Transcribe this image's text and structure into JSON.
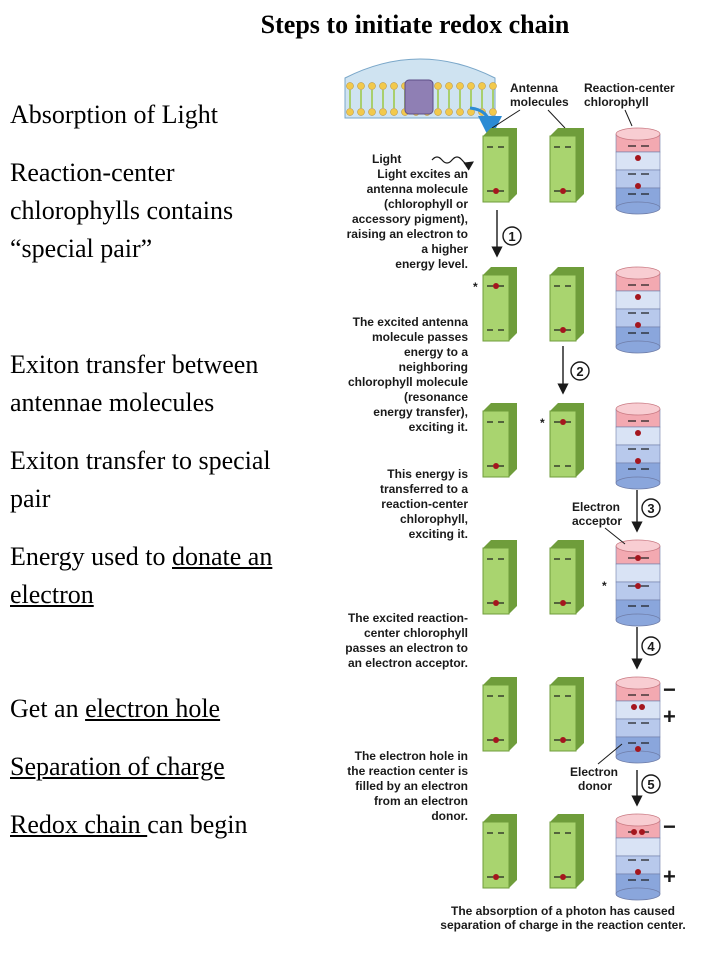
{
  "title": "Steps to initiate redox chain",
  "bullets": {
    "b1": "Absorption of Light",
    "b2_l1": "Reaction-center",
    "b2_l2": "chlorophylls contains",
    "b2_l3": "“special pair”",
    "b3_l1": "Exiton transfer between",
    "b3_l2": "antennae molecules",
    "b4_l1": "Exiton transfer to special",
    "b4_l2": "pair",
    "b5_plain": "Energy used to ",
    "b5_u1": "donate an",
    "b5_u2": "electron",
    "b6_plain": "Get an ",
    "b6_u": "electron hole",
    "b7_u": "Separation of charge",
    "b8_u": "Redox chain ",
    "b8_plain": "can begin"
  },
  "figure": {
    "antenna_label_1": "Antenna",
    "antenna_label_2": "molecules",
    "rc_label_1": "Reaction-center",
    "rc_label_2": "chlorophyll",
    "light_label": "Light",
    "cap1": [
      "Light excites an",
      "antenna molecule",
      "(chlorophyll or",
      "accessory pigment),",
      "raising an electron to",
      "a higher",
      "energy level."
    ],
    "cap2": [
      "The excited antenna",
      "molecule passes",
      "energy to a",
      "neighboring",
      "chlorophyll molecule",
      "(resonance",
      "energy transfer),",
      "exciting it."
    ],
    "cap3": [
      "This energy is",
      "transferred to a",
      "reaction-center",
      "chlorophyll,",
      "exciting it."
    ],
    "cap4": [
      "The excited reaction-",
      "center chlorophyll",
      "passes an electron to",
      "an electron acceptor."
    ],
    "cap5": [
      "The electron hole in",
      "the reaction center is",
      "filled by an electron",
      "from an electron",
      "donor."
    ],
    "cap6": [
      "The absorption of a photon has caused",
      "separation of charge in the reaction center."
    ],
    "electron_acceptor_1": "Electron",
    "electron_acceptor_2": "acceptor",
    "electron_donor_1": "Electron",
    "electron_donor_2": "donor",
    "step_numbers": [
      "1",
      "2",
      "3",
      "4",
      "5"
    ],
    "excited_mark": "*",
    "minus": "−",
    "plus": "+"
  },
  "colors": {
    "antenna_green": "#a9d46f",
    "antenna_dark": "#6f9d3b",
    "rc_pink": "#f3a9b1",
    "rc_blue": "#8aa6dc",
    "electron_red": "#a4161e",
    "arrow_blue": "#2b8bd4"
  }
}
